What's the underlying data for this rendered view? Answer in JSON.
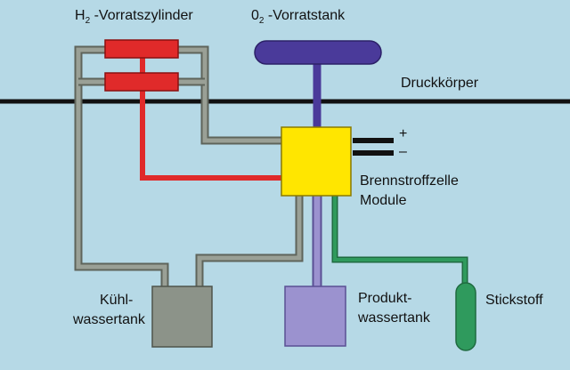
{
  "labels": {
    "h2_prefix": "H",
    "h2_sub": "2",
    "h2_suffix": " -Vorratszylinder",
    "o2_prefix": "0",
    "o2_sub": "2",
    "o2_suffix": " -Vorratstank",
    "hull": "Druckkörper",
    "fuel_cell_line1": "Brennstroffzelle",
    "fuel_cell_line2": "Module",
    "cooling_line1": "Kühl-",
    "cooling_line2": "wassertank",
    "product_line1": "Produkt-",
    "product_line2": "wassertank",
    "nitrogen": "Stickstoff",
    "plus": "+",
    "minus": "–"
  },
  "colors": {
    "background": "#b6d9e6",
    "hydrogen": "#e02a2a",
    "oxygen": "#4a3a9a",
    "fuel_cell": "#ffe600",
    "cooling_pipe": "#8c9389",
    "product_pipe": "#9b92cf",
    "nitrogen_pipe": "#2f9a5d",
    "hull_line": "#111111"
  }
}
